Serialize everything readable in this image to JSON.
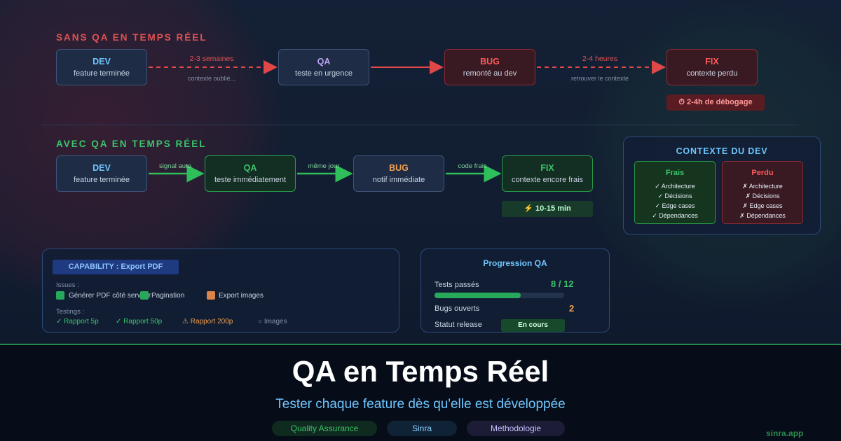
{
  "colors": {
    "red": "#e05252",
    "green": "#3bc46a",
    "blue_accent": "#6fc6ff",
    "orange": "#f0a050",
    "bg": "#111c30"
  },
  "sans": {
    "title": "SANS QA EN TEMPS RÉEL",
    "nodes": [
      {
        "title": "DEV",
        "subtitle": "feature terminée"
      },
      {
        "title": "QA",
        "subtitle": "teste en urgence"
      },
      {
        "title": "BUG",
        "subtitle": "remonté au dev"
      },
      {
        "title": "FIX",
        "subtitle": "contexte perdu"
      }
    ],
    "arrow1_label": "2-3 semaines",
    "arrow1_sub": "contexte oublié...",
    "arrow3_label": "2-4 heures",
    "arrow3_sub": "retrouver le contexte",
    "time_badge": "⏱ 2-4h de débogage"
  },
  "avec": {
    "title": "AVEC QA EN TEMPS RÉEL",
    "nodes": [
      {
        "title": "DEV",
        "subtitle": "feature terminée"
      },
      {
        "title": "QA",
        "subtitle": "teste immédiatement"
      },
      {
        "title": "BUG",
        "subtitle": "notif immédiate"
      },
      {
        "title": "FIX",
        "subtitle": "contexte encore frais"
      }
    ],
    "arrow1_label": "signal auto",
    "arrow2_label": "même jour",
    "arrow3_label": "code frais",
    "time_badge": "⚡ 10-15 min"
  },
  "contexte": {
    "title": "CONTEXTE DU DEV",
    "frais": {
      "title": "Frais",
      "items": [
        "✓ Architecture",
        "✓ Décisions",
        "✓ Edge cases",
        "✓ Dépendances"
      ]
    },
    "perdu": {
      "title": "Perdu",
      "items": [
        "✗ Architecture",
        "✗ Décisions",
        "✗ Edge cases",
        "✗ Dépendances"
      ]
    }
  },
  "capability": {
    "header": "CAPABILITY : Export PDF",
    "issues_label": "Issues :",
    "issues": [
      {
        "label": "Générer PDF côté serveur",
        "status": "done"
      },
      {
        "label": "Pagination",
        "status": "done"
      },
      {
        "label": "Export images",
        "status": "pending"
      }
    ],
    "testings_label": "Testings :",
    "testings": [
      {
        "label": "✓ Rapport 5p",
        "status": "pass"
      },
      {
        "label": "✓ Rapport 50p",
        "status": "pass"
      },
      {
        "label": "⚠ Rapport 200p",
        "status": "warn"
      },
      {
        "label": "○ Images",
        "status": "todo"
      }
    ]
  },
  "progression": {
    "title": "Progression QA",
    "tests_label": "Tests passés",
    "tests_value": "8 / 12",
    "tests_fraction": 0.6667,
    "bugs_label": "Bugs ouverts",
    "bugs_value": "2",
    "status_label": "Statut release",
    "status_value": "En cours"
  },
  "footer": {
    "title": "QA en Temps Réel",
    "subtitle": "Tester chaque feature dès qu'elle est développée",
    "tags": [
      "Quality Assurance",
      "Sinra",
      "Methodologie"
    ],
    "brand": "sinra.app"
  }
}
